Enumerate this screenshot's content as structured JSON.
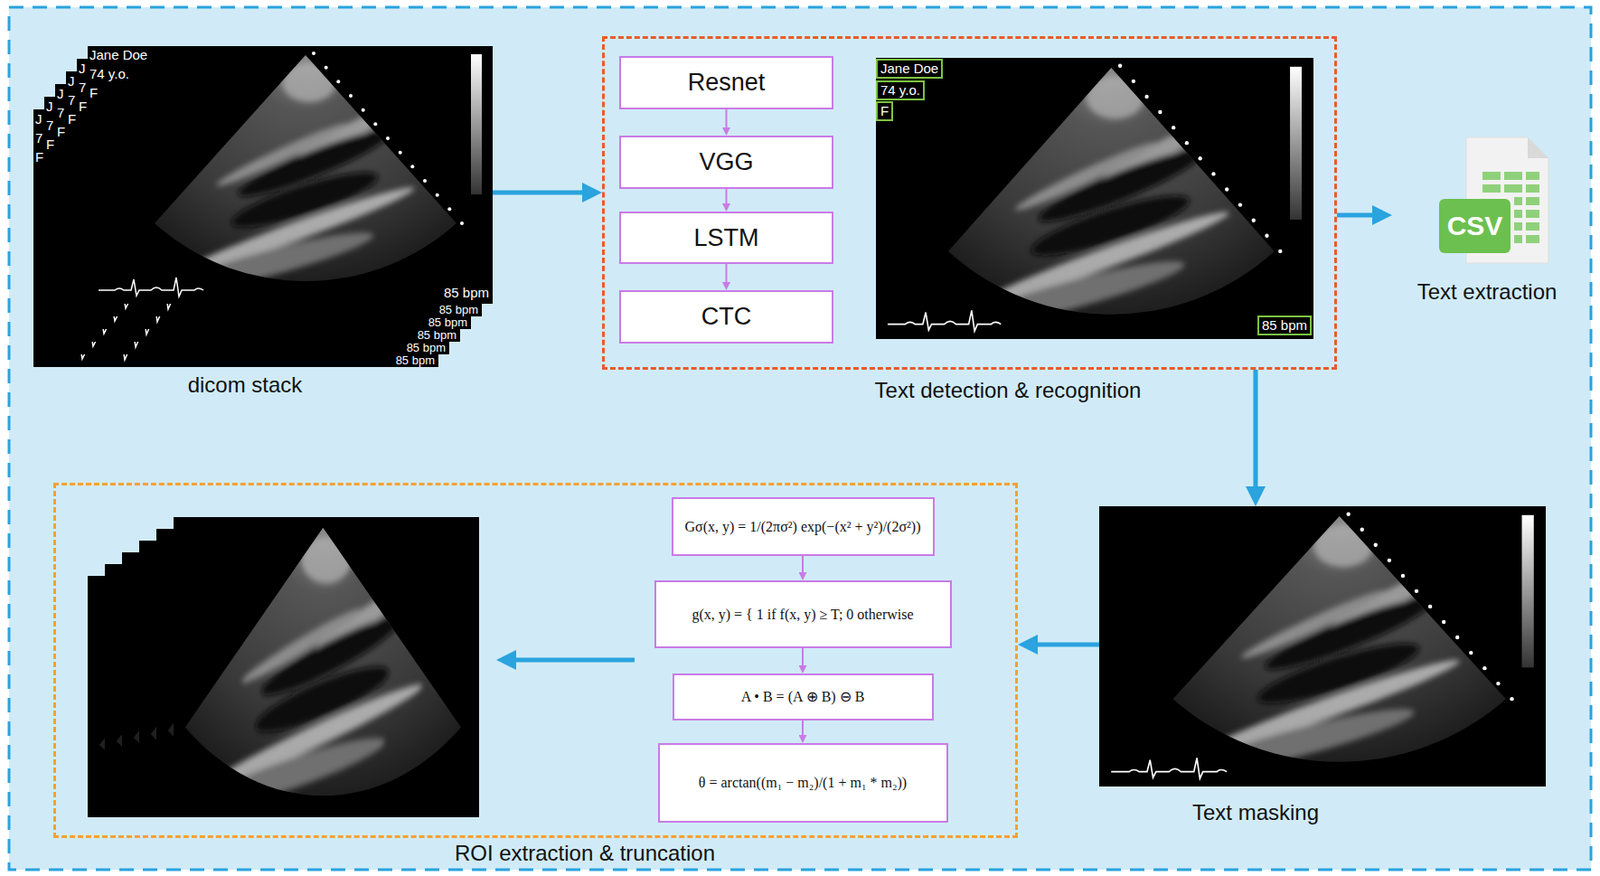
{
  "diagram": {
    "nodes": [
      {
        "text": [
          "dicom stack"
        ]
      },
      {
        "text": [
          "Text detection & recognition"
        ]
      },
      {
        "text": [
          "Resnet"
        ],
        "in": 1
      },
      {
        "text": [
          "VGG"
        ],
        "in": 1
      },
      {
        "text": [
          "LSTM"
        ],
        "in": 1
      },
      {
        "text": [
          "CTC"
        ],
        "in": 1
      },
      {
        "text": [
          "Jane Doe"
        ],
        "in": 1
      },
      {
        "text": [
          "74 y.o."
        ],
        "in": 1
      },
      {
        "text": [
          "F"
        ],
        "in": 1
      },
      {
        "text": [
          "85 bpm"
        ],
        "in": 1
      },
      {
        "text": [
          "CSV",
          "Text extraction"
        ]
      },
      {
        "text": [
          "Text masking"
        ]
      },
      {
        "text": [
          "ROI extraction & truncation"
        ]
      },
      {
        "text": [
          "Gσ(x, y) = 1/(2πσ²) exp(−(x² + y²)/(2σ²))"
        ],
        "in": 12
      },
      {
        "text": [
          "g(x, y) = { 1 if f(x, y) ≥ T; 0 otherwise"
        ],
        "in": 12
      },
      {
        "text": [
          "A • B = (A ⊕ B) ⊖ B"
        ],
        "in": 12
      },
      {
        "text": [
          "θ = arctan((m₁ − m₂)/(1 + m₁ * m₂))"
        ],
        "in": 12
      }
    ],
    "edges": [
      {
        "from": 0,
        "to": 1,
        "arrow": "to"
      },
      {
        "from": 2,
        "to": 3,
        "arrow": "to"
      },
      {
        "from": 3,
        "to": 4,
        "arrow": "to"
      },
      {
        "from": 4,
        "to": 5,
        "arrow": "to"
      },
      {
        "from": 1,
        "to": 10,
        "arrow": "to"
      },
      {
        "from": 1,
        "to": 11,
        "arrow": "to"
      },
      {
        "from": 11,
        "to": 12,
        "arrow": "to"
      },
      {
        "from": 13,
        "to": 14,
        "arrow": "to"
      },
      {
        "from": 14,
        "to": 15,
        "arrow": "to"
      },
      {
        "from": 15,
        "to": 16,
        "arrow": "to"
      }
    ],
    "labels": [
      "Jane Doe",
      "74 y.o.",
      "F",
      "85 bpm",
      "J",
      "7",
      "F",
      "85 bpm",
      "J",
      "7",
      "F",
      "85 bpm",
      "J",
      "7",
      "F",
      "85 bpm",
      "J",
      "7",
      "F",
      "85 bpm",
      "J",
      "7",
      "F",
      "85 bpm"
    ]
  }
}
